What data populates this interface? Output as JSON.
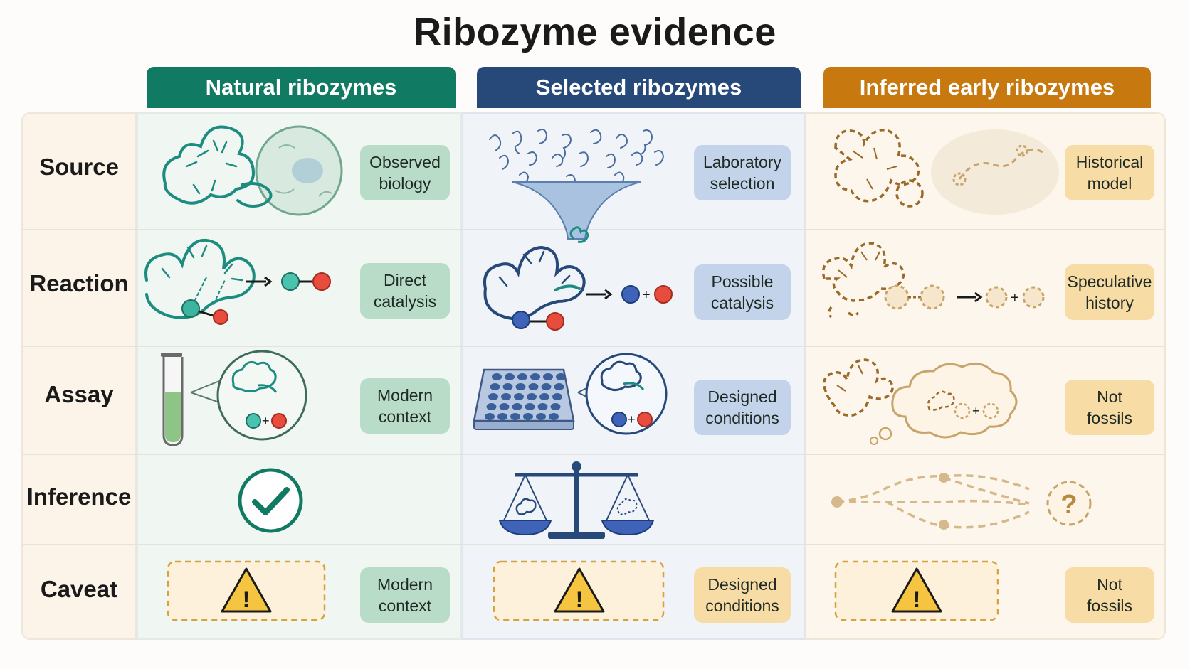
{
  "title": "Ribozyme evidence",
  "columns": [
    {
      "label": "Natural ribozymes",
      "color": "#117a63"
    },
    {
      "label": "Selected ribozymes",
      "color": "#27497a"
    },
    {
      "label": "Inferred early ribozymes",
      "color": "#c7780f"
    }
  ],
  "rows": [
    "Source",
    "Reaction",
    "Assay",
    "Inference",
    "Caveat"
  ],
  "cells": {
    "natural": {
      "source": "Observed\nbiology",
      "reaction": "Direct\ncatalysis",
      "assay": "Modern\ncontext",
      "caveat": "Modern\ncontext"
    },
    "selected": {
      "source": "Laboratory\nselection",
      "reaction": "Possible\ncatalysis",
      "assay": "Designed\nconditions",
      "caveat": "Designed\nconditions"
    },
    "inferred": {
      "source": "Historical\nmodel",
      "reaction": "Speculative\nhistory",
      "assay": "Not\nfossils",
      "caveat": "Not\nfossils"
    }
  },
  "symbols": {
    "plus": "+",
    "question": "?",
    "exclaim": "!"
  },
  "icons": [
    "rna-hairpin-icon",
    "cell-icon",
    "funnel-icon",
    "test-tube-icon",
    "well-plate-icon",
    "thought-cloud-icon",
    "check-icon",
    "balance-scale-icon",
    "branching-paths-icon",
    "warning-icon"
  ],
  "colors": {
    "teal": "#1d8c80",
    "navy": "#27497a",
    "amber": "#c7780f",
    "brown": "#9b6a2a",
    "pill_green": "#b9dcc9",
    "pill_blue": "#c2d3ea",
    "pill_amber": "#f8dca6"
  }
}
